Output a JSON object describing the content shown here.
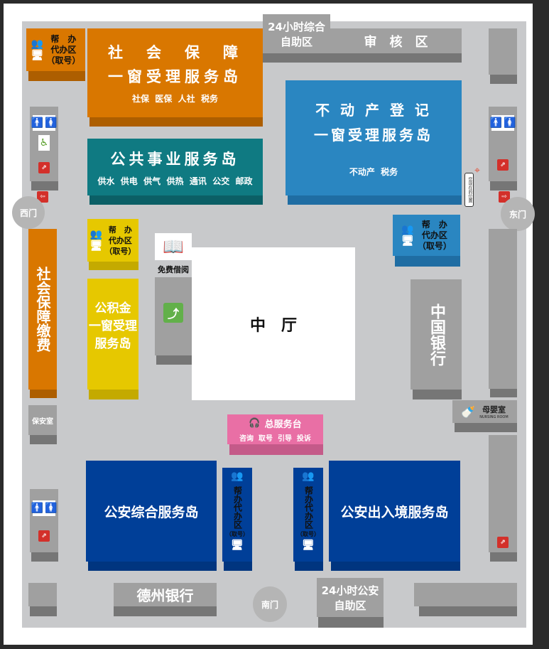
{
  "helper_zone": {
    "line1": "帮　办",
    "line2": "代办区",
    "line3": "（取号）",
    "vertical": "帮办代办区"
  },
  "social_security": {
    "title1": "社　会　保　障",
    "title2": "一窗受理服务岛",
    "sub": "社保  医保  人社  税务"
  },
  "self_service_24h": {
    "line1": "24小时综合",
    "line2": "自助区"
  },
  "audit": {
    "label": "审　核　区"
  },
  "public_utilities": {
    "title": "公共事业服务岛",
    "sub": "供水  供电  供气  供热  通讯  公交  邮政"
  },
  "real_estate": {
    "title1": "不 动 产 登 记",
    "title2": "一窗受理服务岛",
    "sub": "不动产  税务"
  },
  "you_are_here": "您现在的位置",
  "doors": {
    "west": "西门",
    "east": "东门",
    "south": "南门"
  },
  "social_payment": "社会保障缴费",
  "housing_fund": {
    "line1": "公积金",
    "line2": "一窗受理",
    "line3": "服务岛"
  },
  "free_reading": "免费借阅",
  "hall": "中　厅",
  "bank_of_china": "中国银行",
  "nursing": {
    "cn": "母婴室",
    "en": "NURSING ROOM"
  },
  "security_room": "保安室",
  "service_desk": {
    "title": "总服务台",
    "sub": "咨询  取号  引导  投诉"
  },
  "police_general": "公安综合服务岛",
  "police_exit_entry": "公安出入境服务岛",
  "dezhou_bank": "德州银行",
  "police_24h": {
    "line1": "24小时公安",
    "line2": "自助区"
  },
  "colors": {
    "orange": "#d97700",
    "teal": "#0f7a82",
    "blue": "#2a86c1",
    "yellow": "#e6c800",
    "navy": "#003f98",
    "pink": "#e96fa5",
    "gray": "#a0a0a0"
  }
}
